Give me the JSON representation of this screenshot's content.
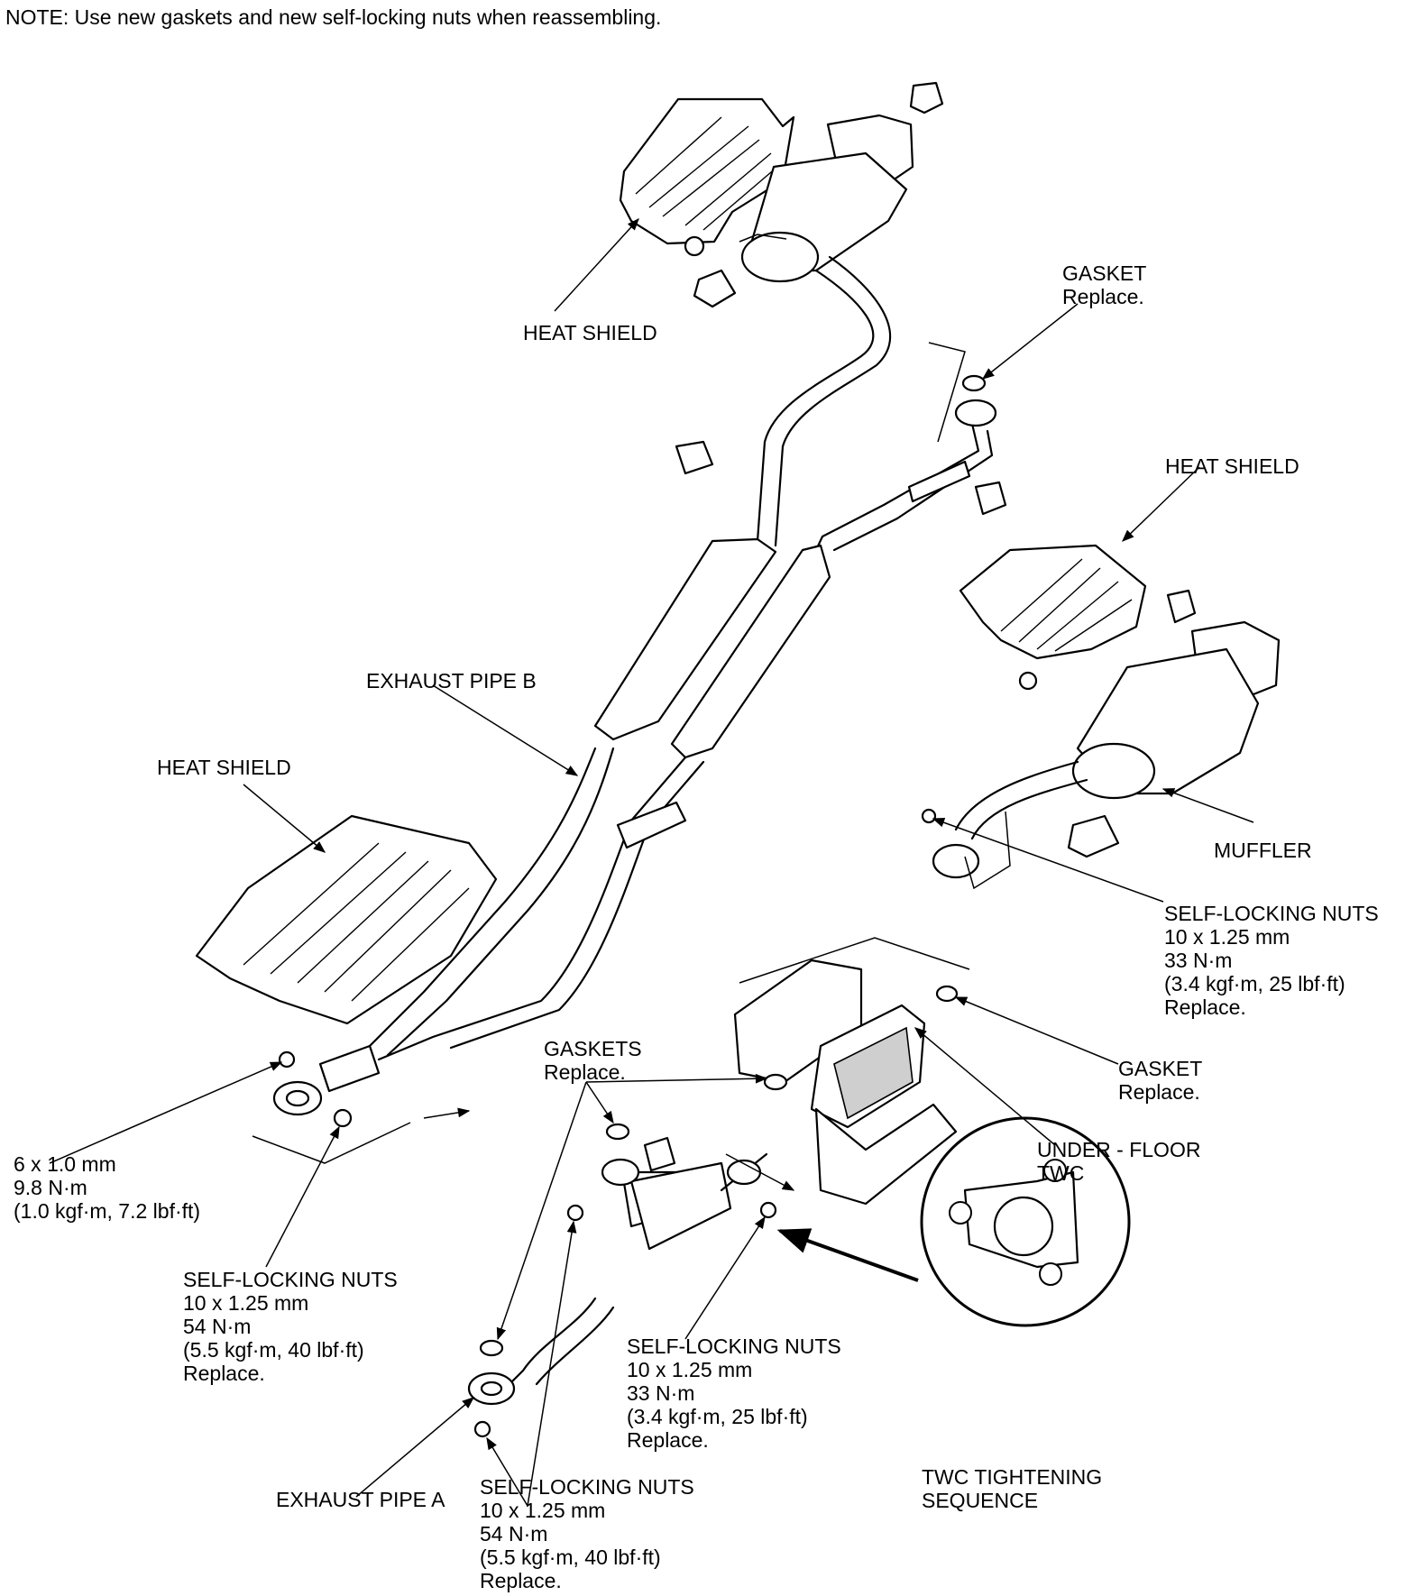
{
  "note": "NOTE: Use new gaskets and new self-locking nuts when reassembling.",
  "labels": {
    "heat_shield_top": "HEAT SHIELD",
    "gasket_right_top": [
      "GASKET",
      "Replace."
    ],
    "heat_shield_right": "HEAT SHIELD",
    "exhaust_pipe_b": "EXHAUST PIPE B",
    "heat_shield_left": "HEAT SHIELD",
    "muffler": "MUFFLER",
    "nuts_right": [
      "SELF-LOCKING NUTS",
      "10 x 1.25 mm",
      "33 N·m",
      "(3.4 kgf·m, 25 lbf·ft)",
      "Replace."
    ],
    "gaskets_center": [
      "GASKETS",
      "Replace."
    ],
    "gasket_center_right": [
      "GASKET",
      "Replace."
    ],
    "bolt_left": [
      "6 x 1.0 mm",
      "9.8 N·m",
      "(1.0 kgf·m, 7.2 lbf·ft)"
    ],
    "under_floor_twc": [
      "UNDER - FLOOR",
      "TWC"
    ],
    "nuts_left": [
      "SELF-LOCKING NUTS",
      "10 x 1.25 mm",
      "54 N·m",
      "(5.5 kgf·m, 40 lbf·ft)",
      "Replace."
    ],
    "nuts_center": [
      "SELF-LOCKING NUTS",
      "10 x 1.25 mm",
      "33 N·m",
      "(3.4 kgf·m, 25 lbf·ft)",
      "Replace."
    ],
    "exhaust_pipe_a": "EXHAUST PIPE A",
    "twc_sequence": [
      "TWC TIGHTENING",
      "SEQUENCE"
    ],
    "nuts_bottom": [
      "SELF-LOCKING NUTS",
      "10 x 1.25 mm",
      "54 N·m",
      "(5.5 kgf·m, 40 lbf·ft)",
      "Replace."
    ]
  }
}
